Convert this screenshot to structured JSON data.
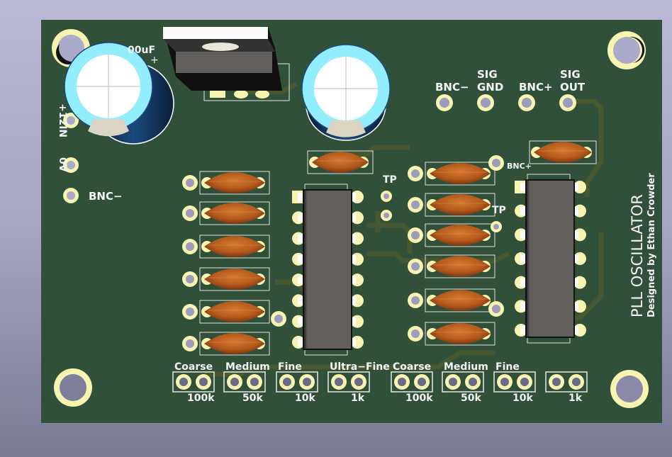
{
  "viewer": {
    "background": "3D PCB viewer"
  },
  "board": {
    "title": "PLL OSCILLATOR",
    "designer": "Designed by Ethan Crowder",
    "colors": {
      "soldermask": "#30503a",
      "copper": "#f7f3b0",
      "silkscreen": "#f4f4f4",
      "ceramic_cap": "#b85a1c",
      "ic_body": "#625f5d",
      "electrolytic_sleeve": "#92eefc"
    }
  },
  "power_labels": {
    "in": "+12IN",
    "gnd": "0V",
    "bnc_minus": "BNC−"
  },
  "cap_value": "00uF",
  "cap_polarity": "+",
  "connector_labels": {
    "bnc_minus": "BNC−",
    "sig_gnd_top": "SIG",
    "sig_gnd_bottom": "GND",
    "bnc_plus": "BNC+",
    "sig_out_top": "SIG",
    "sig_out_bottom": "OUT"
  },
  "testpoints": {
    "tp1": "TP",
    "tp2": "TP",
    "bnc_plus_small": "BNC+"
  },
  "pots": [
    {
      "name": "Coarse",
      "value": "100k"
    },
    {
      "name": "Medium",
      "value": "50k"
    },
    {
      "name": "Fine",
      "value": "10k"
    },
    {
      "name": "Ultra−Fine",
      "value": "1k"
    },
    {
      "name": "Coarse",
      "value": "100k"
    },
    {
      "name": "Medium",
      "value": "50k"
    },
    {
      "name": "Fine",
      "value": "10k"
    },
    {
      "name": "",
      "value": "1k"
    }
  ]
}
